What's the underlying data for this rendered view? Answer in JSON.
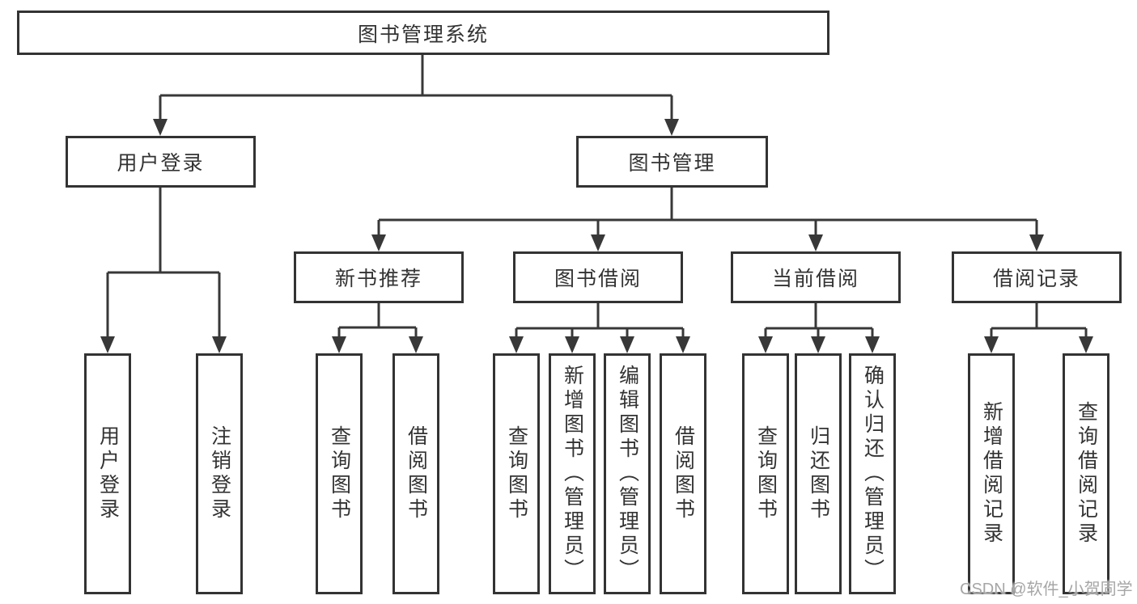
{
  "tree": {
    "root": "图书管理系统",
    "branches": [
      {
        "label": "用户登录",
        "children": [
          "用户登录",
          "注销登录"
        ]
      },
      {
        "label": "图书管理",
        "groups": [
          {
            "label": "新书推荐",
            "children": [
              "查询图书",
              "借阅图书"
            ]
          },
          {
            "label": "图书借阅",
            "children": [
              "查询图书",
              "新增图书（管理员）",
              "编辑图书（管理员）",
              "借阅图书"
            ]
          },
          {
            "label": "当前借阅",
            "children": [
              "查询图书",
              "归还图书",
              "确认归还（管理员）"
            ]
          },
          {
            "label": "借阅记录",
            "children": [
              "新增借阅记录",
              "查询借阅记录"
            ]
          }
        ]
      }
    ]
  },
  "watermark": "CSDN @软件_小贺同学",
  "colors": {
    "line": "#383838",
    "box_border": "#333333",
    "text": "#333333",
    "watermark": "#a6a6a6",
    "background": "#ffffff"
  }
}
